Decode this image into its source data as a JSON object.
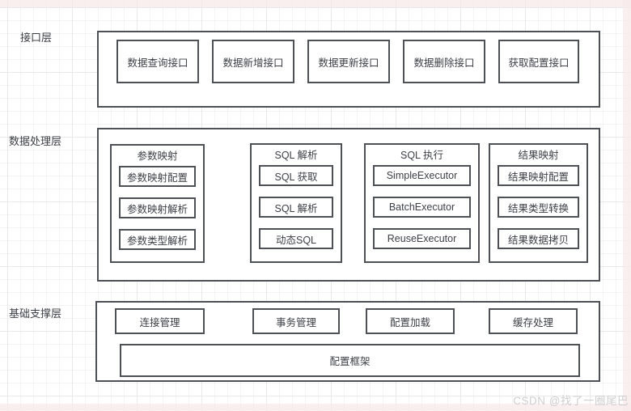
{
  "page": {
    "watermark": "CSDN @找了一圈尾巴",
    "stroke_color": "#4d5156",
    "text_color": "#3d4045",
    "grid_minor_color": "#f4f4f4",
    "grid_major_color": "#e9e9e9",
    "page_edge_tint": "#f7e9e9"
  },
  "layers": {
    "interface": {
      "label": "接口层",
      "boxes": [
        "数据查询接口",
        "数据新增接口",
        "数据更新接口",
        "数据删除接口",
        "获取配置接口"
      ]
    },
    "processing": {
      "label": "数据处理层",
      "groups": [
        {
          "title": "参数映射",
          "items": [
            "参数映射配置",
            "参数映射解析",
            "参数类型解析"
          ]
        },
        {
          "title": "SQL 解析",
          "items": [
            "SQL 获取",
            "SQL 解析",
            "动态SQL"
          ]
        },
        {
          "title": "SQL 执行",
          "items": [
            "SimpleExecutor",
            "BatchExecutor",
            "ReuseExecutor"
          ]
        },
        {
          "title": "结果映射",
          "items": [
            "结果映射配置",
            "结果类型转换",
            "结果数据拷贝"
          ]
        }
      ]
    },
    "foundation": {
      "label": "基础支撑层",
      "boxes": [
        "连接管理",
        "事务管理",
        "配置加载",
        "缓存处理"
      ],
      "wide_box": "配置框架"
    }
  }
}
